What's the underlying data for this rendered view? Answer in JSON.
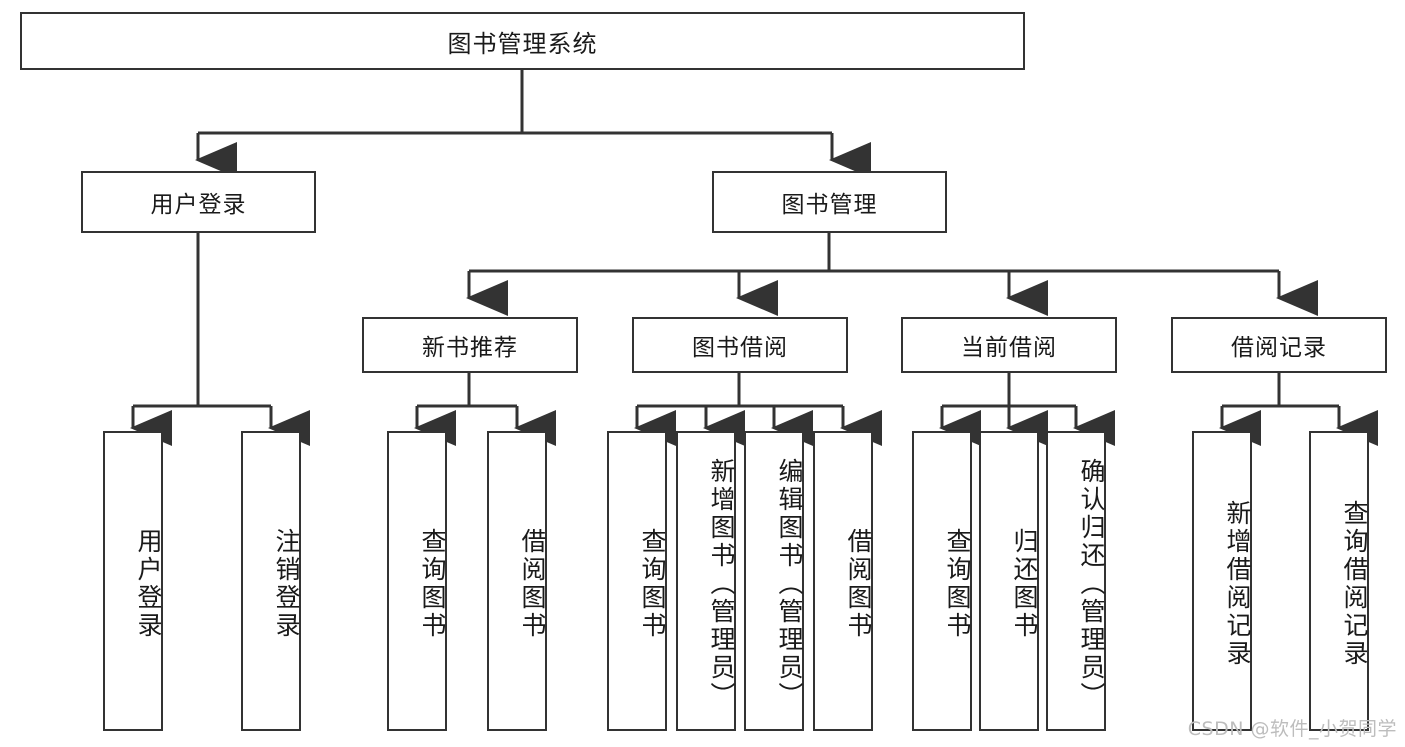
{
  "diagram": {
    "title": "图书管理系统",
    "type": "tree",
    "root": {
      "label": "图书管理系统"
    },
    "level2": [
      {
        "label": "用户登录"
      },
      {
        "label": "图书管理"
      }
    ],
    "level3": [
      {
        "label": "新书推荐"
      },
      {
        "label": "图书借阅"
      },
      {
        "label": "当前借阅"
      },
      {
        "label": "借阅记录"
      }
    ],
    "leaves": {
      "user_login": [
        {
          "label": "用户登录"
        },
        {
          "label": "注销登录"
        }
      ],
      "new_book_recommend": [
        {
          "label": "查询图书"
        },
        {
          "label": "借阅图书"
        }
      ],
      "book_borrow": [
        {
          "label": "查询图书"
        },
        {
          "label": "新增图书（管理员）"
        },
        {
          "label": "编辑图书（管理员）"
        },
        {
          "label": "借阅图书"
        }
      ],
      "current_borrow": [
        {
          "label": "查询图书"
        },
        {
          "label": "归还图书"
        },
        {
          "label": "确认归还（管理员）"
        }
      ],
      "borrow_record": [
        {
          "label": "新增借阅记录"
        },
        {
          "label": "查询借阅记录"
        }
      ]
    }
  },
  "watermark": {
    "text": "CSDN @软件_小贺同学"
  },
  "colors": {
    "border": "#333333",
    "background": "#ffffff",
    "text": "#1a1a1a",
    "watermark": "#bdbdbd"
  }
}
